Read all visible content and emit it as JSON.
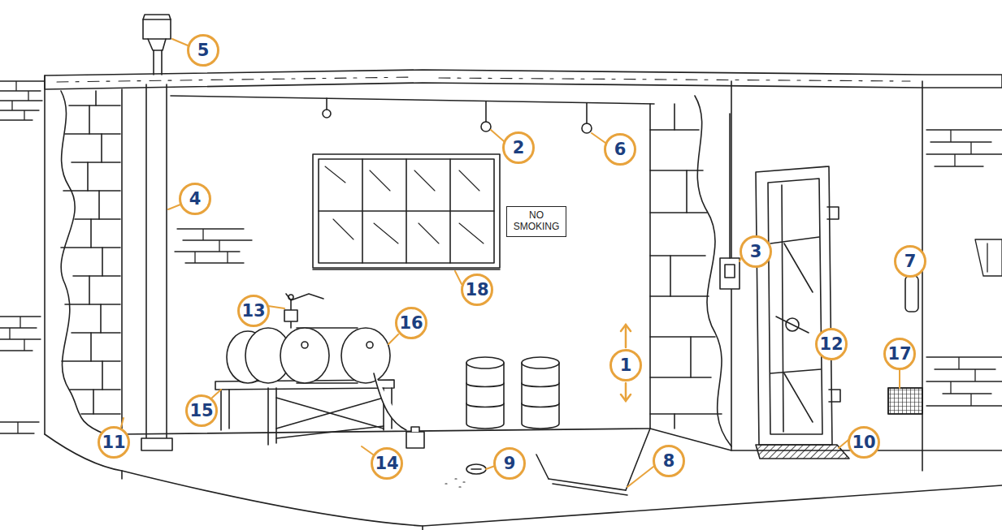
{
  "diagram": {
    "nodes": [
      {
        "text": [
          "5"
        ]
      },
      {
        "text": [
          "2"
        ]
      },
      {
        "text": [
          "6"
        ]
      },
      {
        "text": [
          "4"
        ]
      },
      {
        "text": [
          "3"
        ]
      },
      {
        "text": [
          "7"
        ]
      },
      {
        "text": [
          "NO SMOKING"
        ]
      },
      {
        "text": [
          "18"
        ]
      },
      {
        "text": [
          "13"
        ]
      },
      {
        "text": [
          "16"
        ]
      },
      {
        "text": [
          "12"
        ]
      },
      {
        "text": [
          "17"
        ]
      },
      {
        "text": [
          "1"
        ]
      },
      {
        "text": [
          "15"
        ]
      },
      {
        "text": [
          "11"
        ]
      },
      {
        "text": [
          "10"
        ]
      },
      {
        "text": [
          "8"
        ]
      },
      {
        "text": [
          "14"
        ]
      },
      {
        "text": [
          "9"
        ]
      }
    ]
  }
}
